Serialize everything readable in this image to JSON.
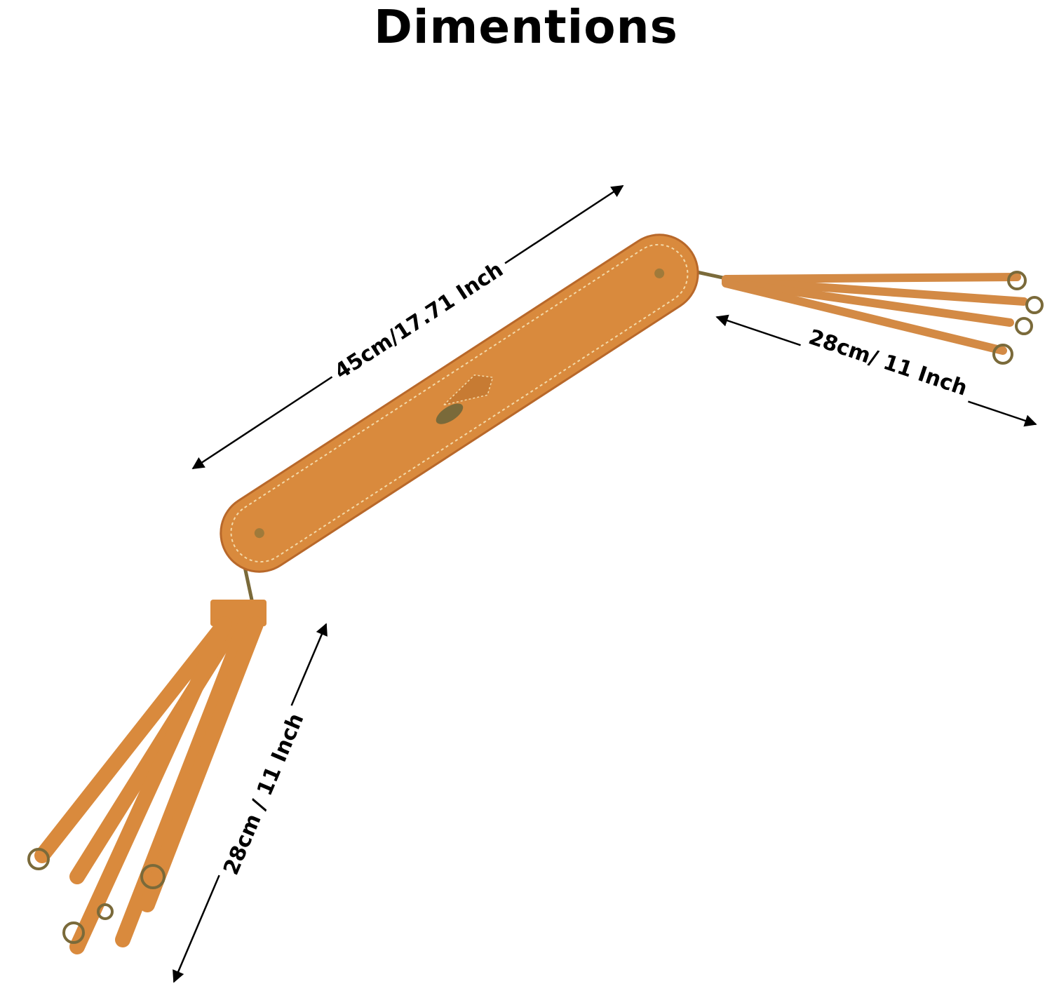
{
  "title": "Dimentions",
  "dimensions": {
    "main_pad_length": "45cm/17.71 Inch",
    "right_strap_length": "28cm/ 11 Inch",
    "bottom_strap_length": "28cm / 11 Inch"
  },
  "colors": {
    "leather": "#d98a3d",
    "leather_dark": "#b8682a",
    "stitch": "#f3d9a8",
    "hardware": "#7a6a3a",
    "arrow": "#000000"
  }
}
